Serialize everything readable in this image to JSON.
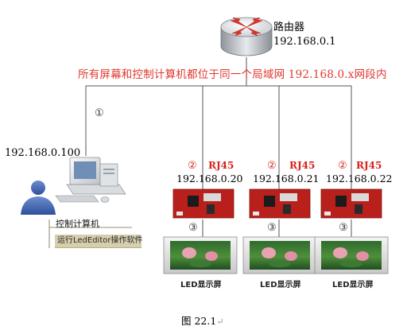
{
  "router": {
    "name": "路由器",
    "ip": "192.168.0.1",
    "icon": "router-icon"
  },
  "banner": "所有屏幕和控制计算机都位于同一个局域网 192.168.0.x网段内",
  "pc": {
    "ip": "192.168.0.100",
    "label": "控制计算机",
    "software": "运行LedEditor操作软件",
    "icon": "computer-icon",
    "user_icon": "user-icon"
  },
  "markers": {
    "one": "①",
    "two": "②",
    "three": "③"
  },
  "controllers": [
    {
      "rj45": "RJ45",
      "ip": "192.168.0.20",
      "screen_label": "LED显示屏"
    },
    {
      "rj45": "RJ45",
      "ip": "192.168.0.21",
      "screen_label": "LED显示屏"
    },
    {
      "rj45": "RJ45",
      "ip": "192.168.0.22",
      "screen_label": "LED显示屏"
    }
  ],
  "figure": {
    "caption": "图 22.1",
    "return_mark": "↵"
  },
  "colors": {
    "banner": "#e0392f",
    "router_arrows": "#d8362c",
    "board": "#b9201c",
    "rj45": "#d6221b",
    "software_bar": "#d6cfae"
  }
}
